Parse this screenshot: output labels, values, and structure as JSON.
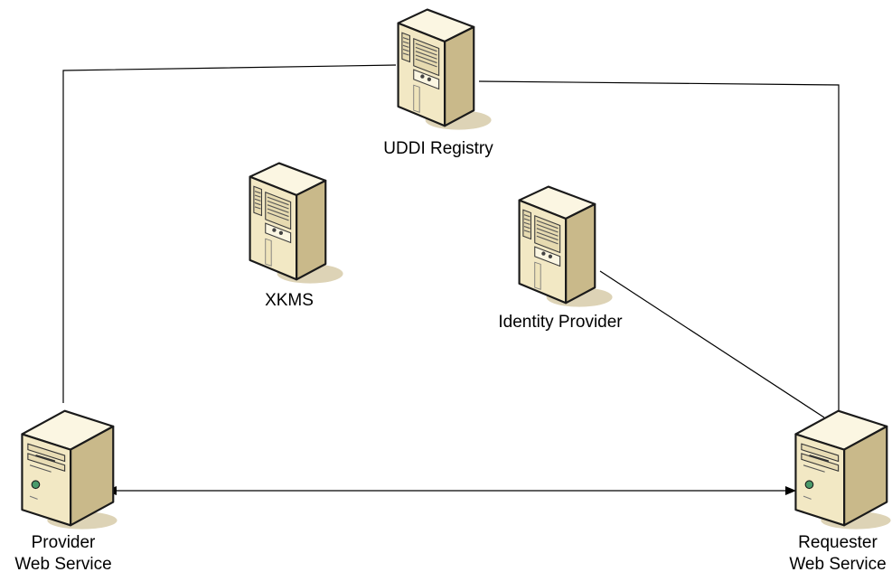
{
  "diagram": {
    "nodes": {
      "uddi": {
        "label": "UDDI Registry",
        "icon": "tower-server-icon"
      },
      "xkms": {
        "label": "XKMS",
        "icon": "tower-server-icon"
      },
      "idp": {
        "label": "Identity Provider",
        "icon": "tower-server-icon"
      },
      "provider": {
        "label_line1": "Provider",
        "label_line2": "Web Service",
        "icon": "desktop-server-icon"
      },
      "requester": {
        "label_line1": "Requester",
        "label_line2": "Web Service",
        "icon": "desktop-server-icon"
      }
    },
    "connections": [
      {
        "from": "Provider Web Service",
        "to": "UDDI Registry",
        "arrows": "none"
      },
      {
        "from": "UDDI Registry",
        "to": "Requester Web Service",
        "arrows": "none"
      },
      {
        "from": "Identity Provider",
        "to": "Requester Web Service",
        "arrows": "none"
      },
      {
        "from": "Provider Web Service",
        "to": "Requester Web Service",
        "arrows": "both"
      }
    ],
    "colors": {
      "server_face": "#f2e8c4",
      "server_side": "#c9b98a",
      "server_top": "#fbf6e2",
      "shadow": "#ddd3b6",
      "outline": "#1a1a1a",
      "line": "#000000"
    }
  }
}
